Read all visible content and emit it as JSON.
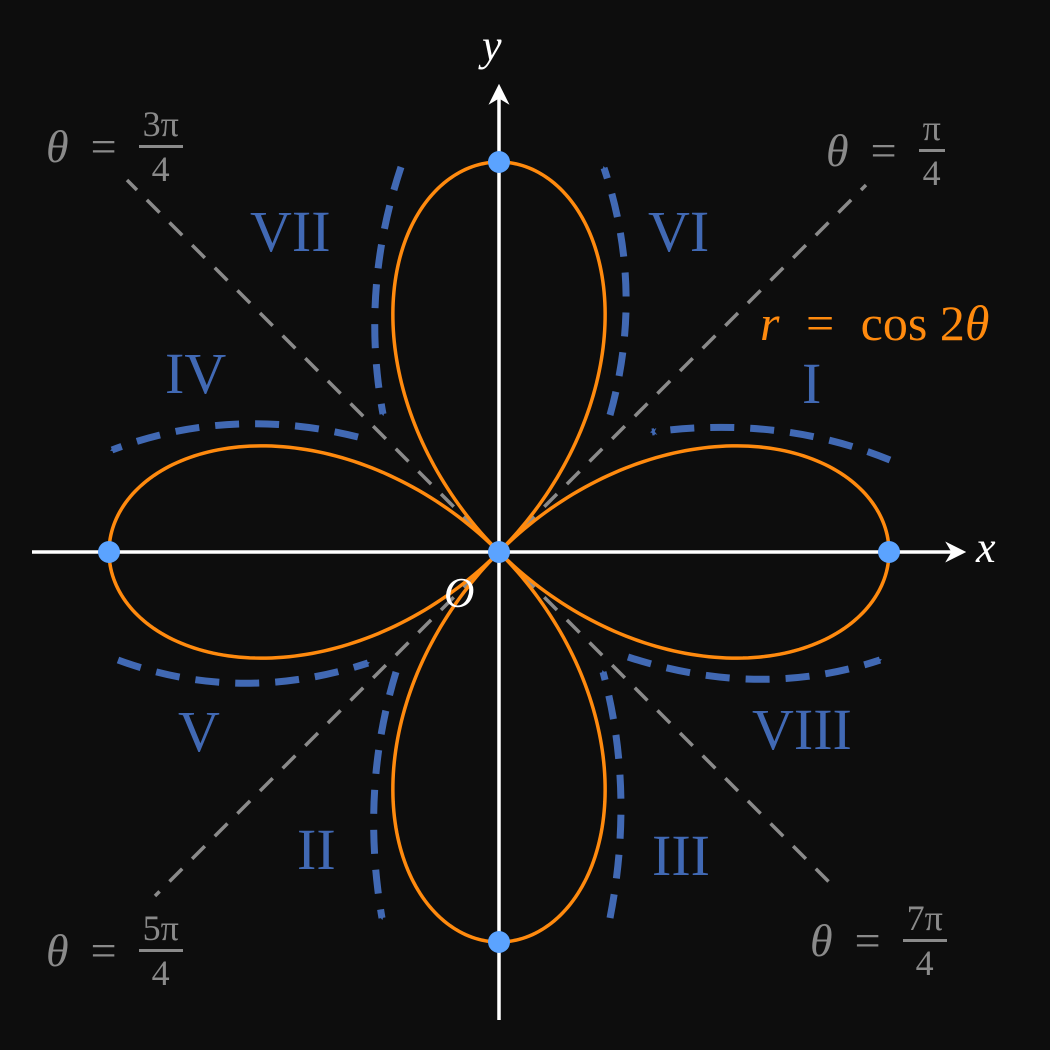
{
  "figure": {
    "background": "#0d0d0d",
    "curve": {
      "label_r": "r",
      "label_eq": "=",
      "label_rhs": "cos 2",
      "label_theta": "θ",
      "color": "#ff8a0e"
    },
    "axes": {
      "x_label": "x",
      "y_label": "y",
      "origin_label": "O",
      "color": "#ffffff"
    },
    "direction_lines": [
      {
        "id": "pi4",
        "var": "θ",
        "eq": "=",
        "num": "π",
        "den": "4"
      },
      {
        "id": "3pi4",
        "var": "θ",
        "eq": "=",
        "num": "3π",
        "den": "4"
      },
      {
        "id": "5pi4",
        "var": "θ",
        "eq": "=",
        "num": "5π",
        "den": "4"
      },
      {
        "id": "7pi4",
        "var": "θ",
        "eq": "=",
        "num": "7π",
        "den": "4"
      }
    ],
    "sweep_labels": {
      "I": "I",
      "II": "II",
      "III": "III",
      "IV": "IV",
      "V": "V",
      "VI": "VI",
      "VII": "VII",
      "VIII": "VIII"
    },
    "colors": {
      "arrow": "#4169b4",
      "point": "#5ba3ff",
      "guide": "#8a8a8a"
    }
  },
  "chart_data": {
    "type": "line",
    "title": "",
    "equation": "r = cos 2θ",
    "coordinate_system": "polar",
    "xlabel": "x",
    "ylabel": "y",
    "xlim": [
      -1.2,
      1.2
    ],
    "ylim": [
      -1.2,
      1.2
    ],
    "points": [
      {
        "label": "O",
        "x": 0,
        "y": 0
      },
      {
        "x": 1,
        "y": 0
      },
      {
        "x": -1,
        "y": 0
      },
      {
        "x": 0,
        "y": 1
      },
      {
        "x": 0,
        "y": -1
      }
    ],
    "guide_lines": [
      "θ = π/4",
      "θ = 3π/4",
      "θ = 5π/4",
      "θ = 7π/4"
    ],
    "sweep_order": [
      "I",
      "II",
      "III",
      "IV",
      "V",
      "VI",
      "VII",
      "VIII"
    ]
  }
}
